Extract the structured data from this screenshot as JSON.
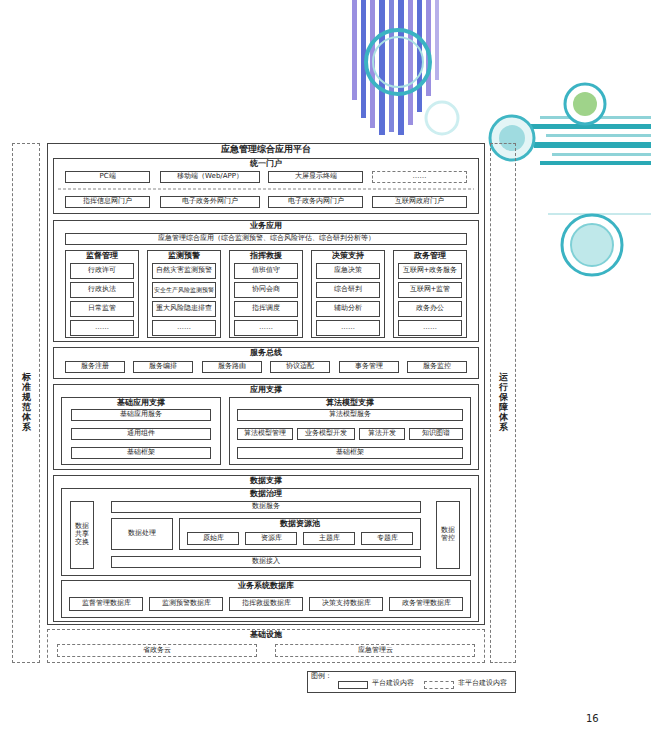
{
  "diagram": {
    "nodes": [
      {
        "text": [
          "标准规范体系"
        ]
      },
      {
        "text": [
          "运行保障体系"
        ]
      },
      {
        "text": [
          "应急管理综合应用平台"
        ]
      },
      {
        "text": [
          "统一门户"
        ],
        "in": 2
      },
      {
        "text": [
          "PC端"
        ],
        "in": 3
      },
      {
        "text": [
          "移动端（Web/APP）"
        ],
        "in": 3
      },
      {
        "text": [
          "大屏显示终端"
        ],
        "in": 3
      },
      {
        "text": [
          "……"
        ],
        "in": 3
      },
      {
        "text": [
          "指挥信息网门户"
        ],
        "in": 3
      },
      {
        "text": [
          "电子政务外网门户"
        ],
        "in": 3
      },
      {
        "text": [
          "电子政务内网门户"
        ],
        "in": 3
      },
      {
        "text": [
          "互联网政府门户"
        ],
        "in": 3
      },
      {
        "text": [
          "业务应用"
        ],
        "in": 2
      },
      {
        "text": [
          "应急管理综合应用（综合监测预警、综合风险评估、综合研判分析等）"
        ],
        "in": 12
      },
      {
        "text": [
          "监督管理"
        ],
        "in": 12
      },
      {
        "text": [
          "行政许可"
        ],
        "in": 14
      },
      {
        "text": [
          "行政执法"
        ],
        "in": 14
      },
      {
        "text": [
          "日常监管"
        ],
        "in": 14
      },
      {
        "text": [
          "……"
        ],
        "in": 14
      },
      {
        "text": [
          "监测预警"
        ],
        "in": 12
      },
      {
        "text": [
          "自然灾害监测预警"
        ],
        "in": 19
      },
      {
        "text": [
          "安全生产风险监测预警"
        ],
        "in": 19
      },
      {
        "text": [
          "重大风险隐患排查"
        ],
        "in": 19
      },
      {
        "text": [
          "……"
        ],
        "in": 19
      },
      {
        "text": [
          "指挥救援"
        ],
        "in": 12
      },
      {
        "text": [
          "值班值守"
        ],
        "in": 24
      },
      {
        "text": [
          "协同会商"
        ],
        "in": 24
      },
      {
        "text": [
          "指挥调度"
        ],
        "in": 24
      },
      {
        "text": [
          "……"
        ],
        "in": 24
      },
      {
        "text": [
          "决策支持"
        ],
        "in": 12
      },
      {
        "text": [
          "应急决策"
        ],
        "in": 29
      },
      {
        "text": [
          "综合研判"
        ],
        "in": 29
      },
      {
        "text": [
          "辅助分析"
        ],
        "in": 29
      },
      {
        "text": [
          "……"
        ],
        "in": 29
      },
      {
        "text": [
          "政务管理"
        ],
        "in": 12
      },
      {
        "text": [
          "互联网+政务服务"
        ],
        "in": 34
      },
      {
        "text": [
          "互联网+监管"
        ],
        "in": 34
      },
      {
        "text": [
          "政务办公"
        ],
        "in": 34
      },
      {
        "text": [
          "……"
        ],
        "in": 34
      },
      {
        "text": [
          "服务总线"
        ],
        "in": 2
      },
      {
        "text": [
          "服务注册"
        ],
        "in": 39
      },
      {
        "text": [
          "服务编排"
        ],
        "in": 39
      },
      {
        "text": [
          "服务路由"
        ],
        "in": 39
      },
      {
        "text": [
          "协议适配"
        ],
        "in": 39
      },
      {
        "text": [
          "事务管理"
        ],
        "in": 39
      },
      {
        "text": [
          "服务监控"
        ],
        "in": 39
      },
      {
        "text": [
          "应用支撑"
        ],
        "in": 2
      },
      {
        "text": [
          "基础应用支撑"
        ],
        "in": 46
      },
      {
        "text": [
          "基础应用服务"
        ],
        "in": 47
      },
      {
        "text": [
          "通用组件"
        ],
        "in": 47
      },
      {
        "text": [
          "基础框架"
        ],
        "in": 47
      },
      {
        "text": [
          "算法模型支撑"
        ],
        "in": 46
      },
      {
        "text": [
          "算法模型服务"
        ],
        "in": 51
      },
      {
        "text": [
          "算法模型管理"
        ],
        "in": 51
      },
      {
        "text": [
          "业务模型开发"
        ],
        "in": 51
      },
      {
        "text": [
          "算法开发"
        ],
        "in": 51
      },
      {
        "text": [
          "知识图谱"
        ],
        "in": 51
      },
      {
        "text": [
          "基础框架"
        ],
        "in": 51
      },
      {
        "text": [
          "数据支撑"
        ],
        "in": 2
      },
      {
        "text": [
          "数据治理"
        ],
        "in": 58
      },
      {
        "text": [
          "数据服务"
        ],
        "in": 59
      },
      {
        "text": [
          "数据共享交换"
        ],
        "in": 59
      },
      {
        "text": [
          "数据处理"
        ],
        "in": 59
      },
      {
        "text": [
          "数据资源池"
        ],
        "in": 59
      },
      {
        "text": [
          "原始库"
        ],
        "in": 63
      },
      {
        "text": [
          "资源库"
        ],
        "in": 63
      },
      {
        "text": [
          "主题库"
        ],
        "in": 63
      },
      {
        "text": [
          "专题库"
        ],
        "in": 63
      },
      {
        "text": [
          "数据接入"
        ],
        "in": 59
      },
      {
        "text": [
          "数据管控"
        ],
        "in": 59
      },
      {
        "text": [
          "业务系统数据库"
        ],
        "in": 58
      },
      {
        "text": [
          "监督管理数据库"
        ],
        "in": 70
      },
      {
        "text": [
          "监测预警数据库"
        ],
        "in": 70
      },
      {
        "text": [
          "指挥救援数据库"
        ],
        "in": 70
      },
      {
        "text": [
          "决策支持数据库"
        ],
        "in": 70
      },
      {
        "text": [
          "政务管理数据库"
        ],
        "in": 70
      },
      {
        "text": [
          "基础设施"
        ]
      },
      {
        "text": [
          "省政务云"
        ],
        "in": 76
      },
      {
        "text": [
          "应急管理云"
        ],
        "in": 76
      }
    ],
    "labels": [
      "图例：",
      "16"
    ],
    "legend": [
      {
        "text": "平台建设内容"
      },
      {
        "text": "非平台建设内容"
      }
    ]
  }
}
